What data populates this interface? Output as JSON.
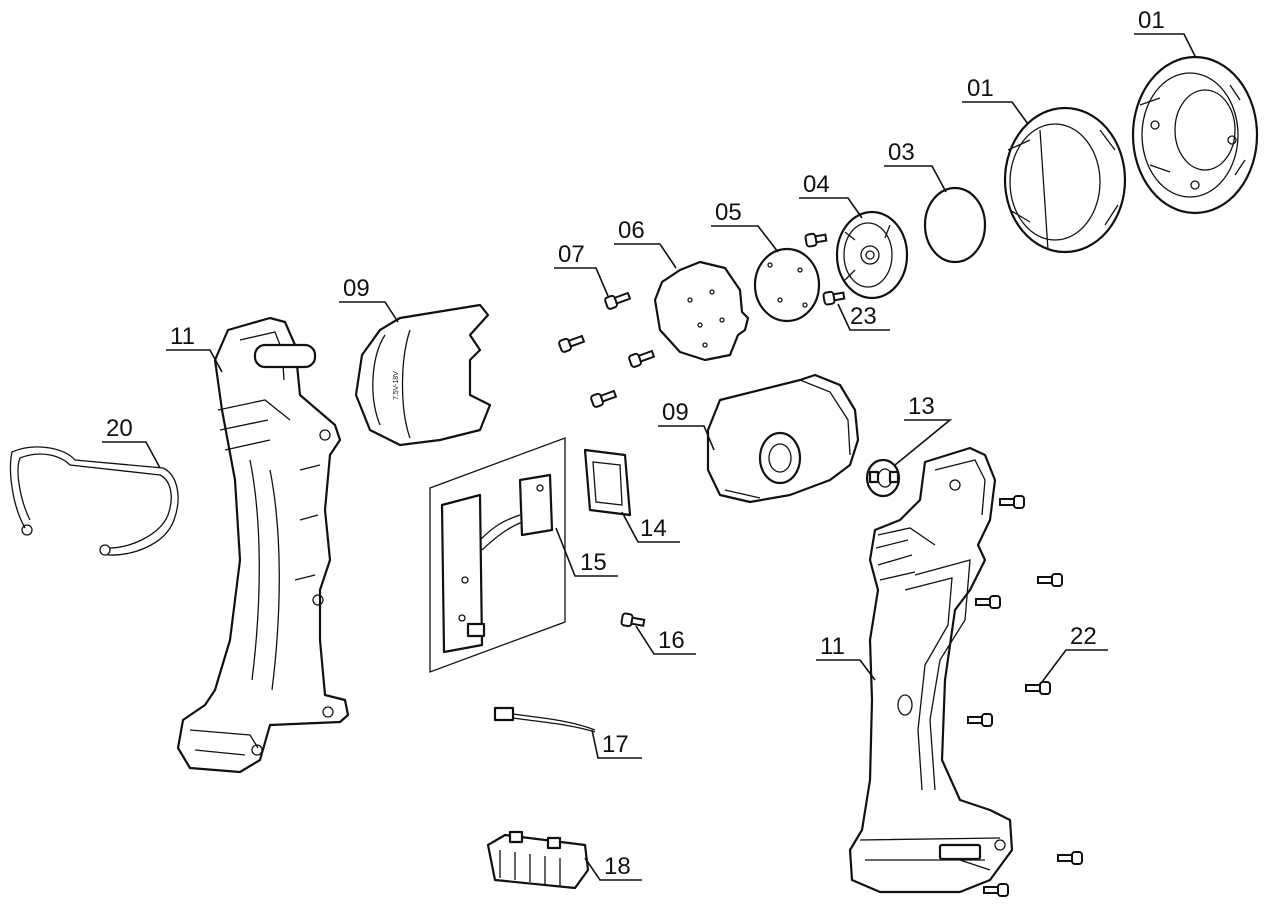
{
  "callouts": [
    {
      "id": "lbl-01a",
      "text": "01"
    },
    {
      "id": "lbl-01b",
      "text": "01"
    },
    {
      "id": "lbl-03",
      "text": "03"
    },
    {
      "id": "lbl-04",
      "text": "04"
    },
    {
      "id": "lbl-05",
      "text": "05"
    },
    {
      "id": "lbl-06",
      "text": "06"
    },
    {
      "id": "lbl-07",
      "text": "07"
    },
    {
      "id": "lbl-09a",
      "text": "09"
    },
    {
      "id": "lbl-09b",
      "text": "09"
    },
    {
      "id": "lbl-11a",
      "text": "11"
    },
    {
      "id": "lbl-11b",
      "text": "11"
    },
    {
      "id": "lbl-13",
      "text": "13"
    },
    {
      "id": "lbl-14",
      "text": "14"
    },
    {
      "id": "lbl-15",
      "text": "15"
    },
    {
      "id": "lbl-16",
      "text": "16"
    },
    {
      "id": "lbl-17",
      "text": "17"
    },
    {
      "id": "lbl-18",
      "text": "18"
    },
    {
      "id": "lbl-20",
      "text": "20"
    },
    {
      "id": "lbl-22",
      "text": "22"
    },
    {
      "id": "lbl-23",
      "text": "23"
    }
  ],
  "housing_text": "7.5V-18V"
}
